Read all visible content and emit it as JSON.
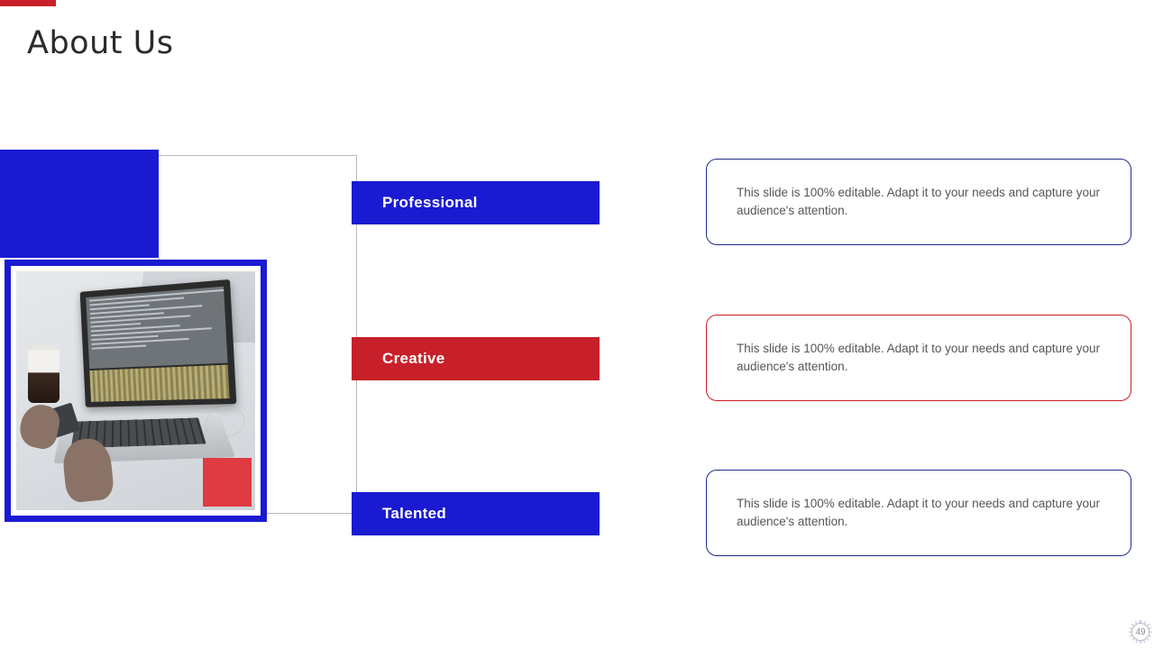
{
  "slide": {
    "title": "About Us",
    "accent_colors": {
      "blue": "#1a1ad2",
      "navy": "#1f2d8a",
      "red": "#c8202a",
      "light_red": "#e03a42",
      "gray_line": "#b9b9bd",
      "body_text": "#54565a",
      "title_text": "#2b2b2b"
    }
  },
  "rows": [
    {
      "label": "Professional",
      "color": "blue",
      "icon": "group-of-people-icon",
      "body": "This slide is 100% editable. Adapt it to your needs and capture your audience's attention."
    },
    {
      "label": "Creative",
      "color": "red",
      "icon": "hand-holding-people-icon",
      "body": "This slide is 100% editable. Adapt it to your needs and capture your audience's attention."
    },
    {
      "label": "Talented",
      "color": "blue",
      "icon": "person-with-stars-icon",
      "body": "This slide is 100% editable. Adapt it to your needs and capture your audience's attention."
    }
  ],
  "photo": {
    "alt": "person typing code on a laptop with a coffee cup on a desk"
  },
  "footer": {
    "page_number": "49"
  }
}
